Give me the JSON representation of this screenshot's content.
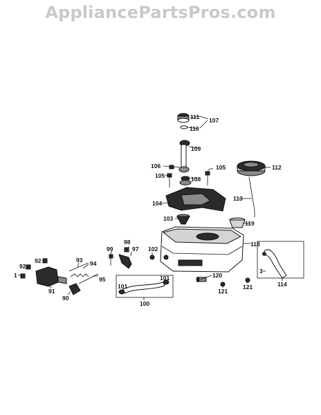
{
  "watermark": "AppliancePartsPros.com",
  "labels": {
    "l111": "111",
    "l107": "107",
    "l110": "110",
    "l109": "109",
    "l106": "106",
    "l105a": "105",
    "l105b": "105",
    "l108": "108",
    "l112": "112",
    "l104": "104",
    "l113": "113",
    "l103": "103",
    "l119": "119",
    "l118": "118",
    "l98": "98",
    "l97": "97",
    "l99": "99",
    "l102": "102",
    "l93": "93",
    "l92a": "92",
    "l92b": "92",
    "l94": "94",
    "l1": "1",
    "l95": "95",
    "l91": "91",
    "l90": "90",
    "l101a": "101",
    "l101b": "101",
    "l100": "100",
    "l120": "120",
    "l121a": "121",
    "l121b": "121",
    "l3": "3",
    "l114": "114"
  }
}
